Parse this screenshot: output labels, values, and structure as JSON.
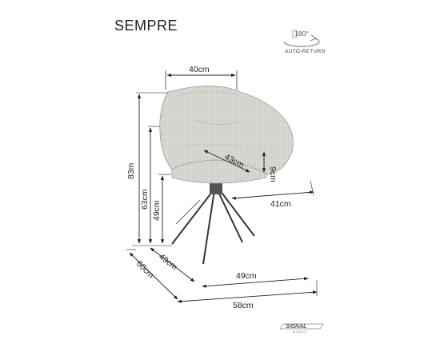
{
  "product": {
    "name": "SEMPRE"
  },
  "rotation": {
    "degrees": "180°",
    "label": "AUTO-RETURN"
  },
  "dimensions": {
    "backrest_width": "40cm",
    "armrest_height": "9cm",
    "seat_depth": "43cm",
    "seat_width": "41cm",
    "total_height": "83m",
    "armrest_floor_height": "63cm",
    "seat_height": "49cm",
    "depth_bottom": "49cm",
    "width_bottom": "49cm",
    "total_depth": "60cm",
    "total_width": "58cm"
  },
  "brand": {
    "name": "SIGNAL",
    "sub": "MEBLE"
  }
}
